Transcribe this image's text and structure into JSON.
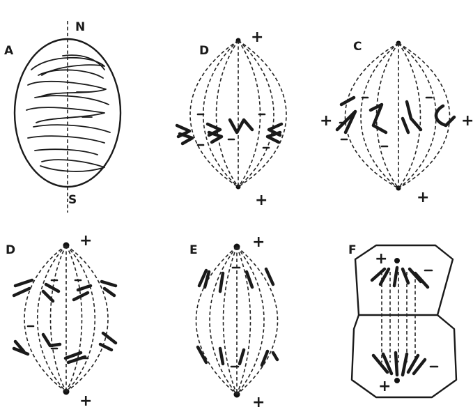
{
  "panels": [
    {
      "id": "A",
      "letter": "A",
      "pole_top": "N",
      "pole_bottom": "S"
    },
    {
      "id": "B",
      "letter": "D",
      "top_sign": "+",
      "bottom_sign": "+"
    },
    {
      "id": "C",
      "letter": "C",
      "left_sign": "+",
      "right_sign": "+",
      "bottom_sign": "+"
    },
    {
      "id": "D",
      "letter": "D",
      "top_sign": "+",
      "bottom_sign": "+"
    },
    {
      "id": "E",
      "letter": "E",
      "top_sign": "+",
      "bottom_sign": "+"
    },
    {
      "id": "F",
      "letter": "F",
      "top_sign": "+",
      "bottom_sign": "+"
    }
  ],
  "colors": {
    "ink": "#1a1a1a",
    "background": "#ffffff"
  }
}
